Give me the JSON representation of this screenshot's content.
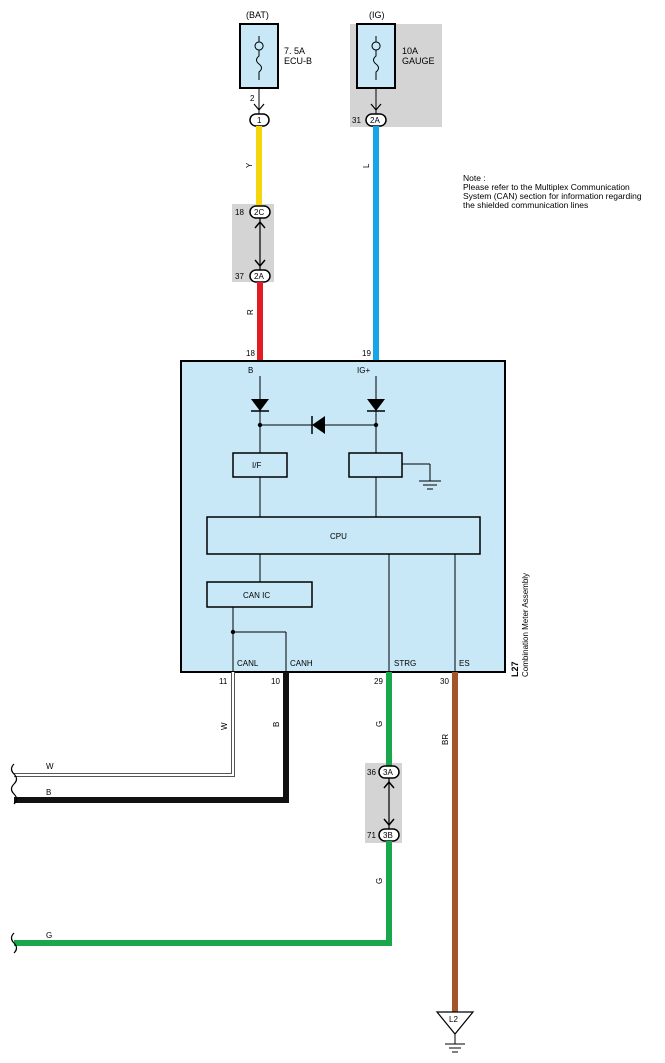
{
  "note": {
    "title": "Note :",
    "body": "Please refer to the Multiplex Communication\nSystem (CAN) section for information regarding\nthe shielded communication lines"
  },
  "fuses": {
    "bat": {
      "supply": "(BAT)",
      "rating": "7. 5A",
      "name": "ECU-B",
      "pin": "2",
      "connector": "1"
    },
    "ig": {
      "supply": "(IG)",
      "rating": "10A",
      "name": "GAUGE",
      "pin": "31",
      "connector": "2A"
    }
  },
  "junctions": {
    "j_2c": {
      "pin": "18",
      "label": "2C"
    },
    "j_2a": {
      "pin": "37",
      "label": "2A"
    },
    "j_3a": {
      "pin": "36",
      "label": "3A"
    },
    "j_3b": {
      "pin": "71",
      "label": "3B"
    }
  },
  "wires": {
    "y": "Y",
    "l": "L",
    "r": "R",
    "w": "W",
    "b": "B",
    "g": "G",
    "br": "BR",
    "w_bottom": "W",
    "b_bottom": "B",
    "g_bottom": "G",
    "g_lower": "G"
  },
  "colors": {
    "yellow": "#f5d60c",
    "blue": "#14a6e6",
    "red": "#e21b24",
    "green": "#1aa64a",
    "brown": "#a5532a",
    "black": "#111111",
    "component_fill": "#c9e8f7",
    "shade": "#d4d4d4"
  },
  "meter": {
    "ref": "L27",
    "name": "Combination Meter Assembly",
    "pins": {
      "b": "18",
      "ig": "19",
      "canl": "11",
      "canh": "10",
      "strg": "29",
      "es": "30"
    },
    "terminals": {
      "b": "B",
      "ig": "IG+",
      "canl": "CANL",
      "canh": "CANH",
      "strg": "STRG",
      "es": "ES"
    },
    "blocks": {
      "if": "I/F",
      "cpu": "CPU",
      "canic": "CAN IC"
    }
  },
  "ground": {
    "label": "L2"
  }
}
